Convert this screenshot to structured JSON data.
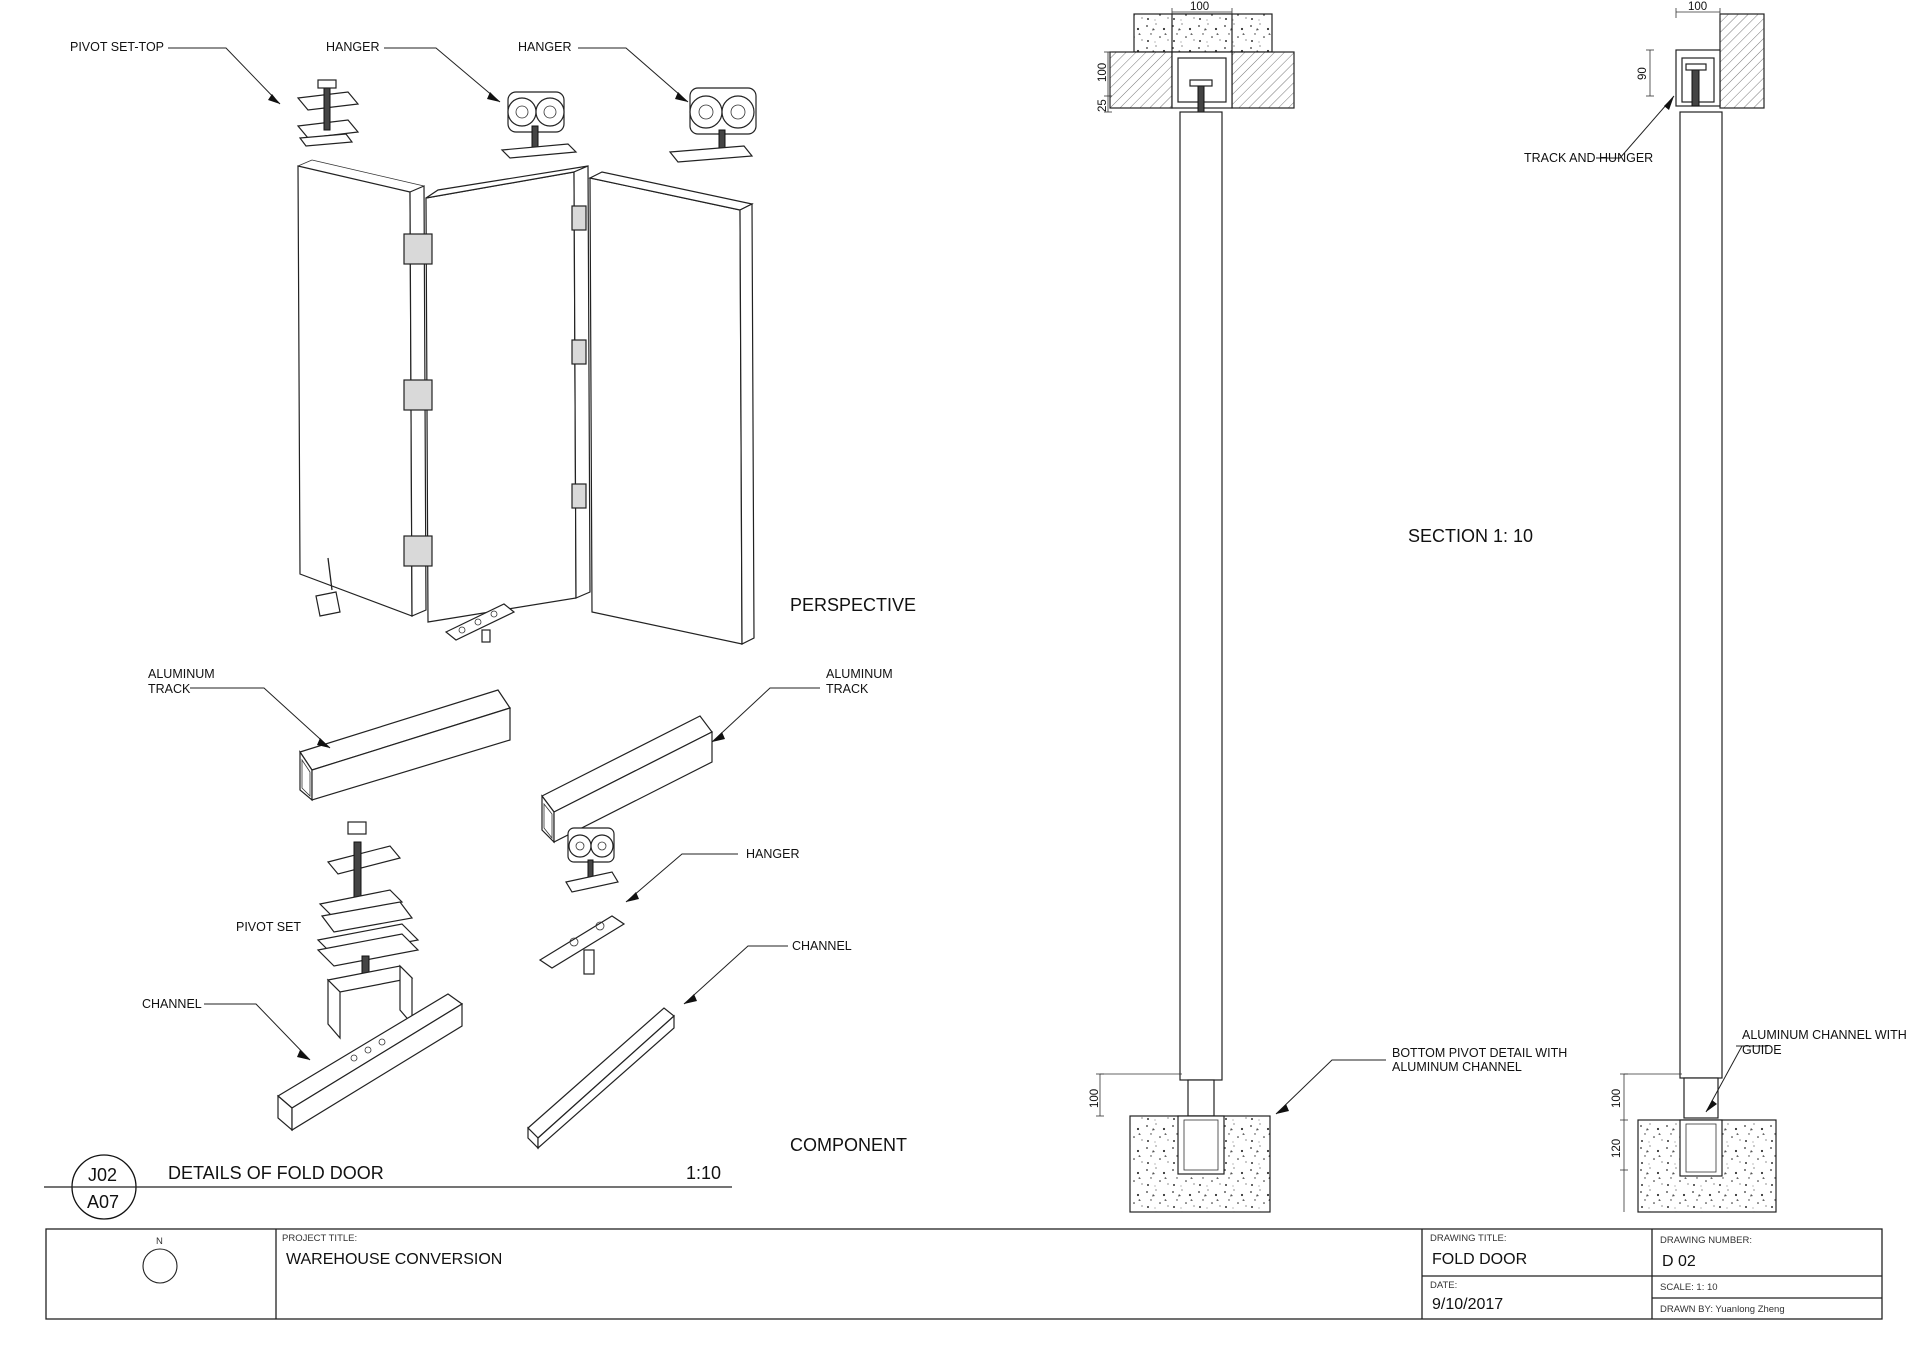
{
  "labels": {
    "pivot_set_top": "PIVOT SET-TOP",
    "hanger": "HANGER",
    "aluminum_track_line1": "ALUMINUM",
    "aluminum_track_line2": "TRACK",
    "pivot_set": "PIVOT SET",
    "channel": "CHANNEL",
    "perspective": "PERSPECTIVE",
    "component": "COMPONENT",
    "section": "SECTION 1: 10",
    "track_and_hunger": "TRACK AND HUNGER",
    "bottom_pivot_line1": "BOTTOM PIVOT DETAIL WITH",
    "bottom_pivot_line2": "ALUMINUM CHANNEL",
    "aluminum_channel_guide_line1": "ALUMINUM CHANNEL WITH",
    "aluminum_channel_guide_line2": "GUIDE"
  },
  "dimensions": {
    "d100": "100",
    "d25": "25",
    "d90": "90",
    "d120": "120"
  },
  "detail_title": {
    "sheet_ref_top": "J02",
    "sheet_ref_bottom": "A07",
    "title": "DETAILS OF FOLD DOOR",
    "scale": "1:10"
  },
  "title_block": {
    "north": "N",
    "project_title_label": "PROJECT TITLE:",
    "project_title": "WAREHOUSE CONVERSION",
    "drawing_title_label": "DRAWING TITLE:",
    "drawing_title": "FOLD DOOR",
    "date_label": "DATE:",
    "date": "9/10/2017",
    "drawing_number_label": "DRAWING NUMBER:",
    "drawing_number": "D 02",
    "scale": "SCALE: 1: 10",
    "drawn_by": "DRAWN BY: Yuanlong Zheng"
  }
}
